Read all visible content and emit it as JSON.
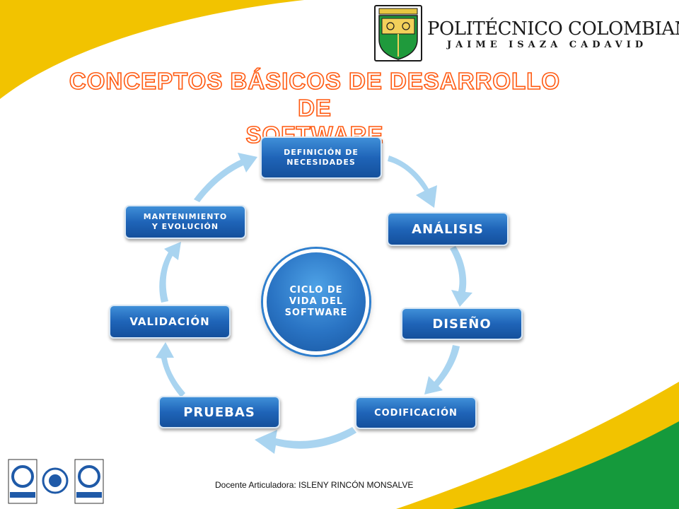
{
  "header": {
    "institution_name": "POLITÉCNICO COLOMBIANO",
    "institution_subtitle": "JAIME ISAZA CADAVID"
  },
  "title": {
    "line1": "CONCEPTOS BÁSICOS DE DESARROLLO DE",
    "line2": "SOFTWARE"
  },
  "cycle": {
    "center": [
      "CICLO DE",
      "VIDA DEL",
      "SOFTWARE"
    ],
    "stages": {
      "definicion": [
        "DEFINICIÓN DE",
        "NECESIDADES"
      ],
      "analisis": "ANÁLISIS",
      "diseno": "DISEÑO",
      "codificacion": "CODIFICACIÓN",
      "pruebas": "PRUEBAS",
      "validacion": "VALIDACIÓN",
      "mantenimiento": [
        "MANTENIMIENTO",
        "Y EVOLUCIÓN"
      ]
    }
  },
  "footer": {
    "teacher_label": "Docente Articuladora:",
    "teacher_name": "ISLENY RINCÓN MONSALVE"
  },
  "colors": {
    "corner_yellow": "#f2c300",
    "corner_green": "#159a3c",
    "title_outline": "#ff5a12",
    "stage_blue": "#1f64b8",
    "arrow_blue": "#a9d4f0"
  }
}
